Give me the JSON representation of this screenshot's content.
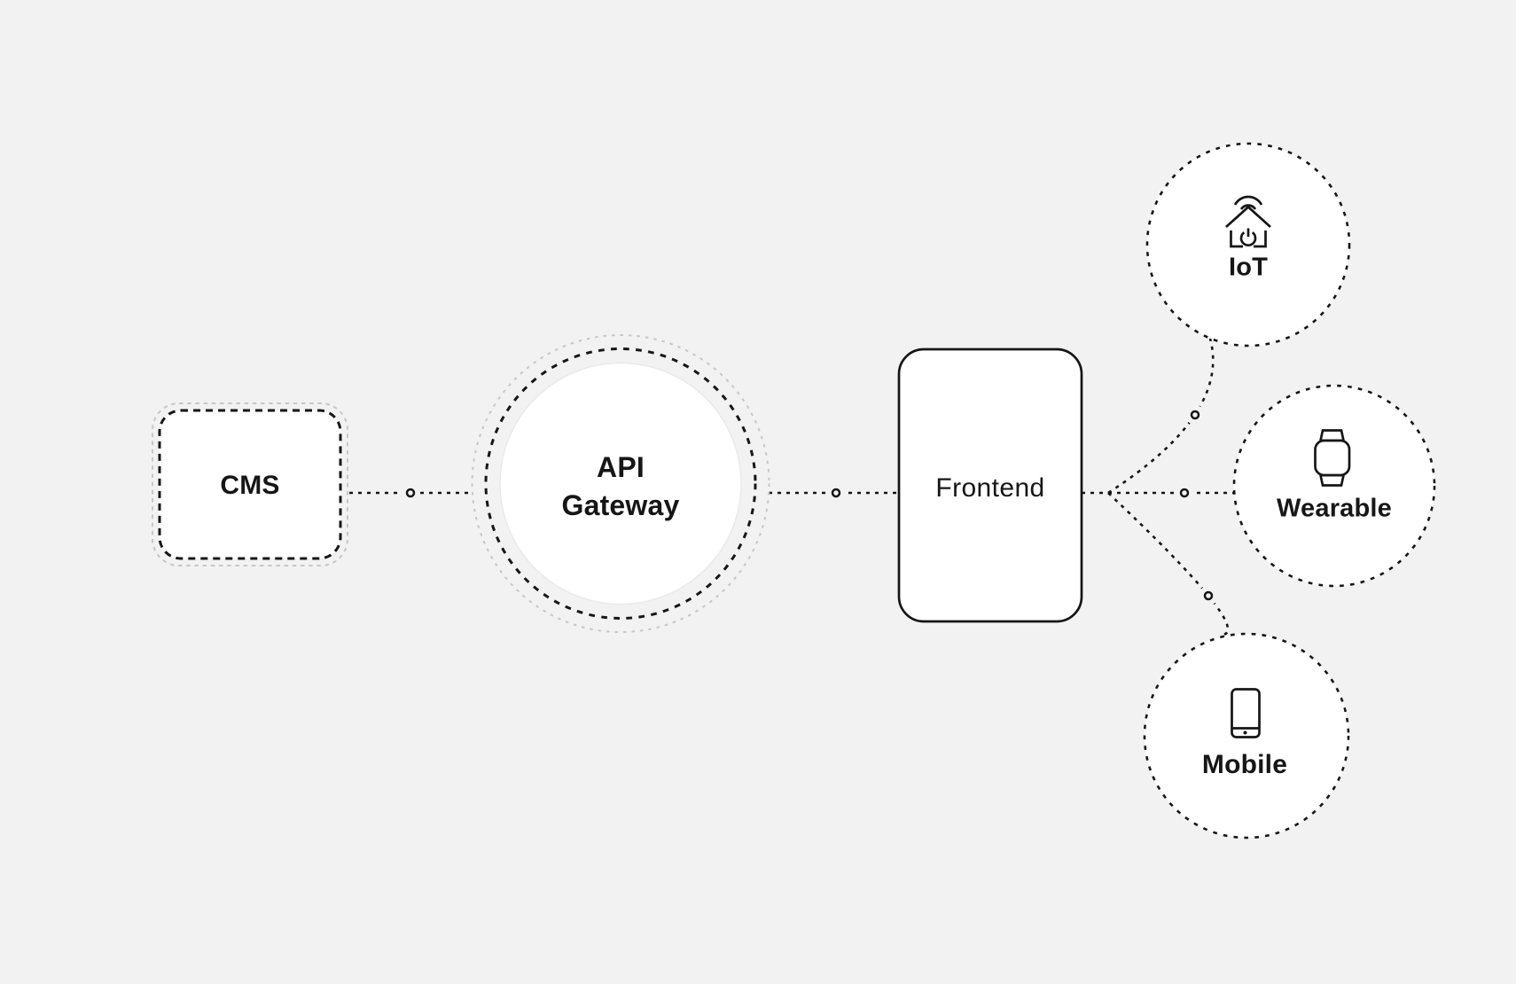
{
  "diagram": {
    "title_hint": "system-architecture-diagram",
    "background_color": "#f2f2f2",
    "ink_color": "#161616",
    "muted_line_color": "#c7c7c7",
    "node_fill_color": "#ffffff",
    "nodes": {
      "cms": {
        "label": "CMS",
        "shape": "dashed-rounded-square"
      },
      "api_gateway": {
        "lines": [
          "API",
          "Gateway"
        ],
        "shape": "concentric-dashed-circles"
      },
      "frontend": {
        "label": "Frontend",
        "shape": "solid-rounded-rect"
      },
      "iot": {
        "label": "IoT",
        "icon": "smart-home-icon",
        "shape": "dashed-circle"
      },
      "wearable": {
        "label": "Wearable",
        "icon": "smartwatch-icon",
        "shape": "dashed-circle"
      },
      "mobile": {
        "label": "Mobile",
        "icon": "smartphone-icon",
        "shape": "dashed-circle"
      }
    },
    "edges": [
      {
        "from": "cms",
        "to": "api_gateway",
        "style": "dotted-with-midpoint-ring"
      },
      {
        "from": "api_gateway",
        "to": "frontend",
        "style": "dotted-with-midpoint-ring"
      },
      {
        "from": "frontend",
        "to": "iot",
        "style": "dotted-curve-with-midpoint-ring"
      },
      {
        "from": "frontend",
        "to": "wearable",
        "style": "dotted-with-midpoint-ring"
      },
      {
        "from": "frontend",
        "to": "mobile",
        "style": "dotted-curve-with-midpoint-ring"
      }
    ]
  }
}
